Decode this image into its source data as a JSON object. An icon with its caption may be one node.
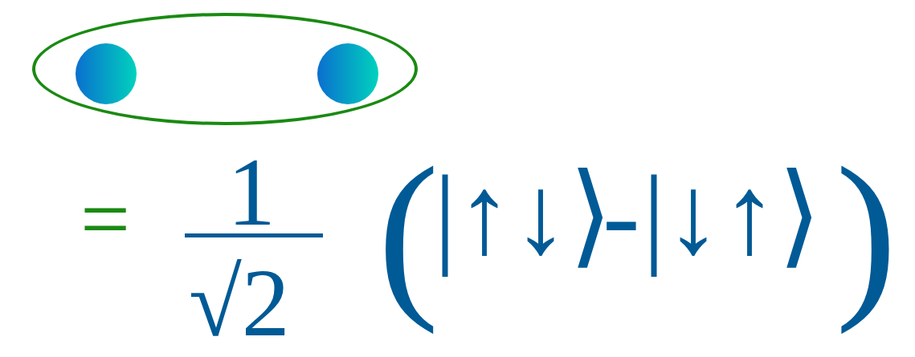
{
  "diagram": {
    "nodes": [
      {
        "text": [],
        "shape": "ellipse"
      },
      {
        "text": [],
        "shape": "circle",
        "in": 0
      },
      {
        "text": [],
        "shape": "circle",
        "in": 0
      }
    ],
    "labels": [
      "=",
      "1",
      "√2",
      "(",
      "|↑↓⟩",
      "-",
      "|↓↑⟩",
      ")"
    ]
  }
}
